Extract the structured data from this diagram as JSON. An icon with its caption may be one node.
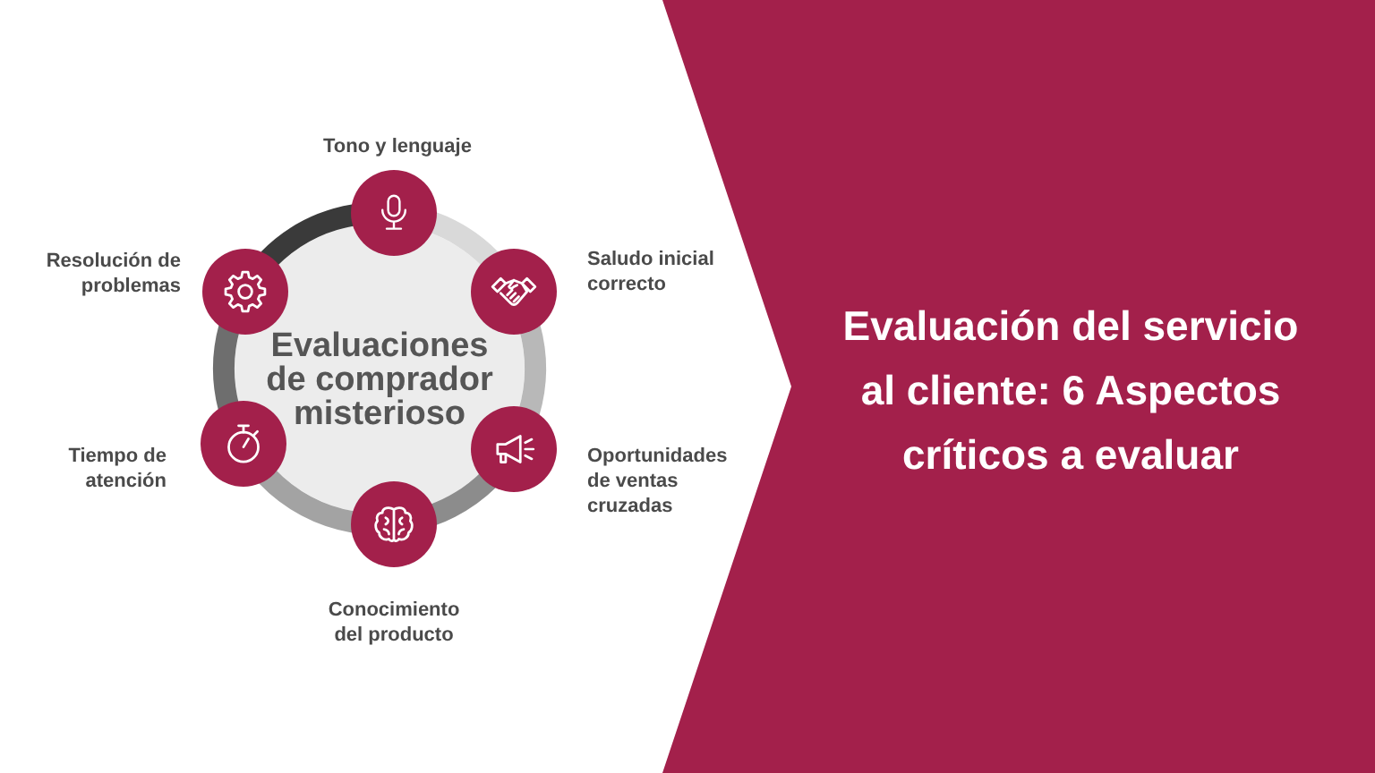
{
  "diagram": {
    "title": "Evaluación del servicio al cliente: 6 Aspectos críticos a evaluar",
    "nodes": [
      {
        "text": [],
        "shape": "circle",
        "beside": [
          "Tono y lenguaje"
        ]
      },
      {
        "text": [],
        "shape": "circle",
        "beside": [
          "Resolución de problemas"
        ]
      },
      {
        "text": [],
        "shape": "circle",
        "beside": [
          "Saludo inicial correcto"
        ]
      },
      {
        "text": [
          "Evaluaciones de comprador misterioso"
        ]
      },
      {
        "text": [],
        "shape": "circle",
        "beside": [
          "Tiempo de atención"
        ]
      },
      {
        "text": [],
        "shape": "circle",
        "beside": [
          "Oportunidades de ventas cruzadas"
        ]
      },
      {
        "text": [],
        "shape": "circle",
        "beside": [
          "Conocimiento del producto"
        ]
      }
    ],
    "edges": [
      {
        "from": 0,
        "to": 2,
        "arrow": "none",
        "color": "#d9d9d9"
      },
      {
        "from": 2,
        "to": 5,
        "arrow": "none",
        "color": "#b8b8b8"
      },
      {
        "from": 5,
        "to": 6,
        "arrow": "none",
        "color": "#8c8c8c"
      },
      {
        "from": 6,
        "to": 4,
        "arrow": "none",
        "color": "#a3a3a3"
      },
      {
        "from": 4,
        "to": 1,
        "arrow": "none",
        "color": "#6e6e6e"
      },
      {
        "from": 1,
        "to": 0,
        "arrow": "none",
        "color": "#3a3a3a"
      }
    ]
  }
}
